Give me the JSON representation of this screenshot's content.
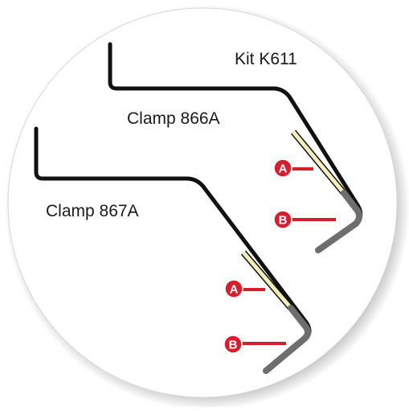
{
  "kit": {
    "label": "Kit K611"
  },
  "clamps": [
    {
      "label": "Clamp 866A",
      "marker_a": "A",
      "marker_b": "B"
    },
    {
      "label": "Clamp 867A",
      "marker_a": "A",
      "marker_b": "B"
    }
  ],
  "colors": {
    "circle_fill": "#ffffff",
    "circle_shadow": "#9a9a9a",
    "wire": "#111111",
    "sleeve_a": "#f3eebc",
    "sleeve_b": "#6e6e6e",
    "marker": "#d61f2c",
    "label_text": "#1a1a1a"
  }
}
